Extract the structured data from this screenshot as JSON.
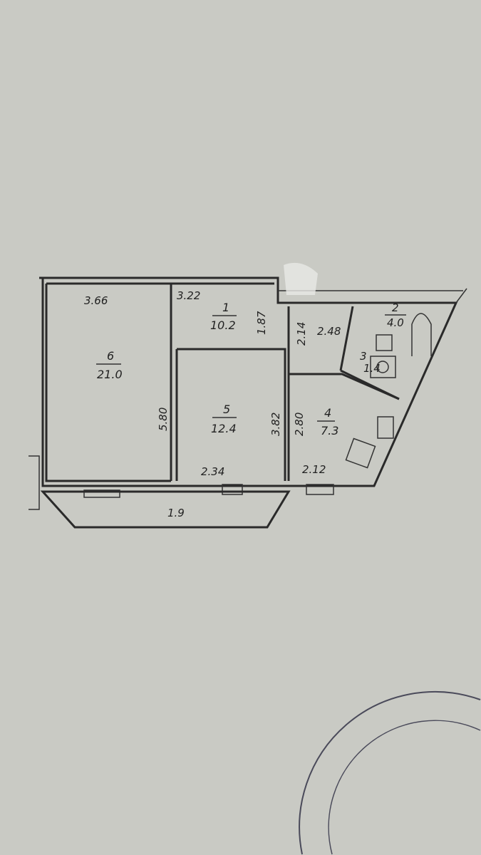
{
  "rooms": [
    {
      "number": "1",
      "area": "10.2"
    },
    {
      "number": "2",
      "area": "4.0"
    },
    {
      "number": "3",
      "area": "1.4"
    },
    {
      "number": "4",
      "area": "7.3"
    },
    {
      "number": "5",
      "area": "12.4"
    },
    {
      "number": "6",
      "area": "21.0"
    }
  ],
  "dimensions": {
    "room6_width": "3.66",
    "room6_length": "5.80",
    "room1_width": "3.22",
    "room1_depth": "1.87",
    "hall_depth": "2.14",
    "hall_width": "2.48",
    "room5_width": "2.34",
    "room5_length": "3.82",
    "room4_length": "2.80",
    "room4_width": "2.12",
    "balcony_width": "1.9"
  },
  "colors": {
    "paper": "#c9cac4",
    "ink": "#2a2a2a"
  }
}
